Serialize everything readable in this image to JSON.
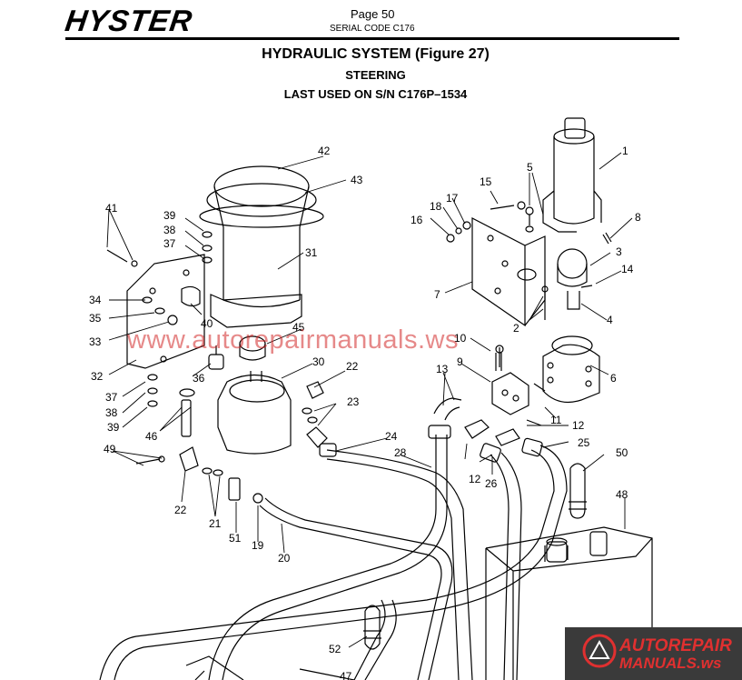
{
  "header": {
    "brand": "HYSTER",
    "page": "Page 50",
    "serial_code": "SERIAL CODE C176"
  },
  "titles": {
    "main": "HYDRAULIC SYSTEM (Figure 27)",
    "sub": "STEERING",
    "last_used": "LAST USED ON S/N C176P–1534"
  },
  "watermark": {
    "text": "www.autorepairmanuals.ws",
    "logo_line1": "AUTOREPAIR",
    "logo_line2": "MANUALS.ws"
  },
  "callouts": [
    "1",
    "2",
    "3",
    "4",
    "5",
    "6",
    "7",
    "8",
    "9",
    "10",
    "11",
    "12",
    "12",
    "12",
    "13",
    "14",
    "15",
    "16",
    "17",
    "18",
    "19",
    "20",
    "21",
    "22",
    "22",
    "23",
    "24",
    "25",
    "26",
    "28",
    "30",
    "31",
    "32",
    "33",
    "34",
    "35",
    "36",
    "37",
    "37",
    "38",
    "38",
    "39",
    "39",
    "40",
    "41",
    "42",
    "43",
    "45",
    "46",
    "47",
    "48",
    "49",
    "50",
    "51",
    "52"
  ],
  "colors": {
    "line": "#000000",
    "watermark": "#d22828",
    "logo_bg": "#3a3a3a"
  }
}
